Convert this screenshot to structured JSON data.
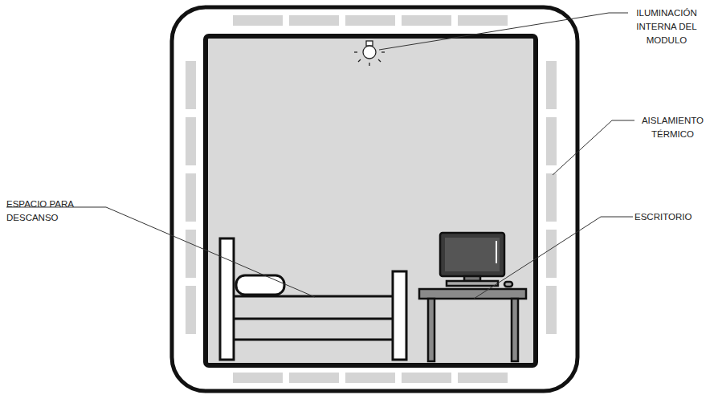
{
  "diagram": {
    "labels": [
      "ILUMINACIÓN INTERNA DEL MODULO",
      "AISLAMIENTO TÉRMICO",
      "ESPACIO PARA DESCANSO",
      "ESCRITORIO"
    ]
  }
}
